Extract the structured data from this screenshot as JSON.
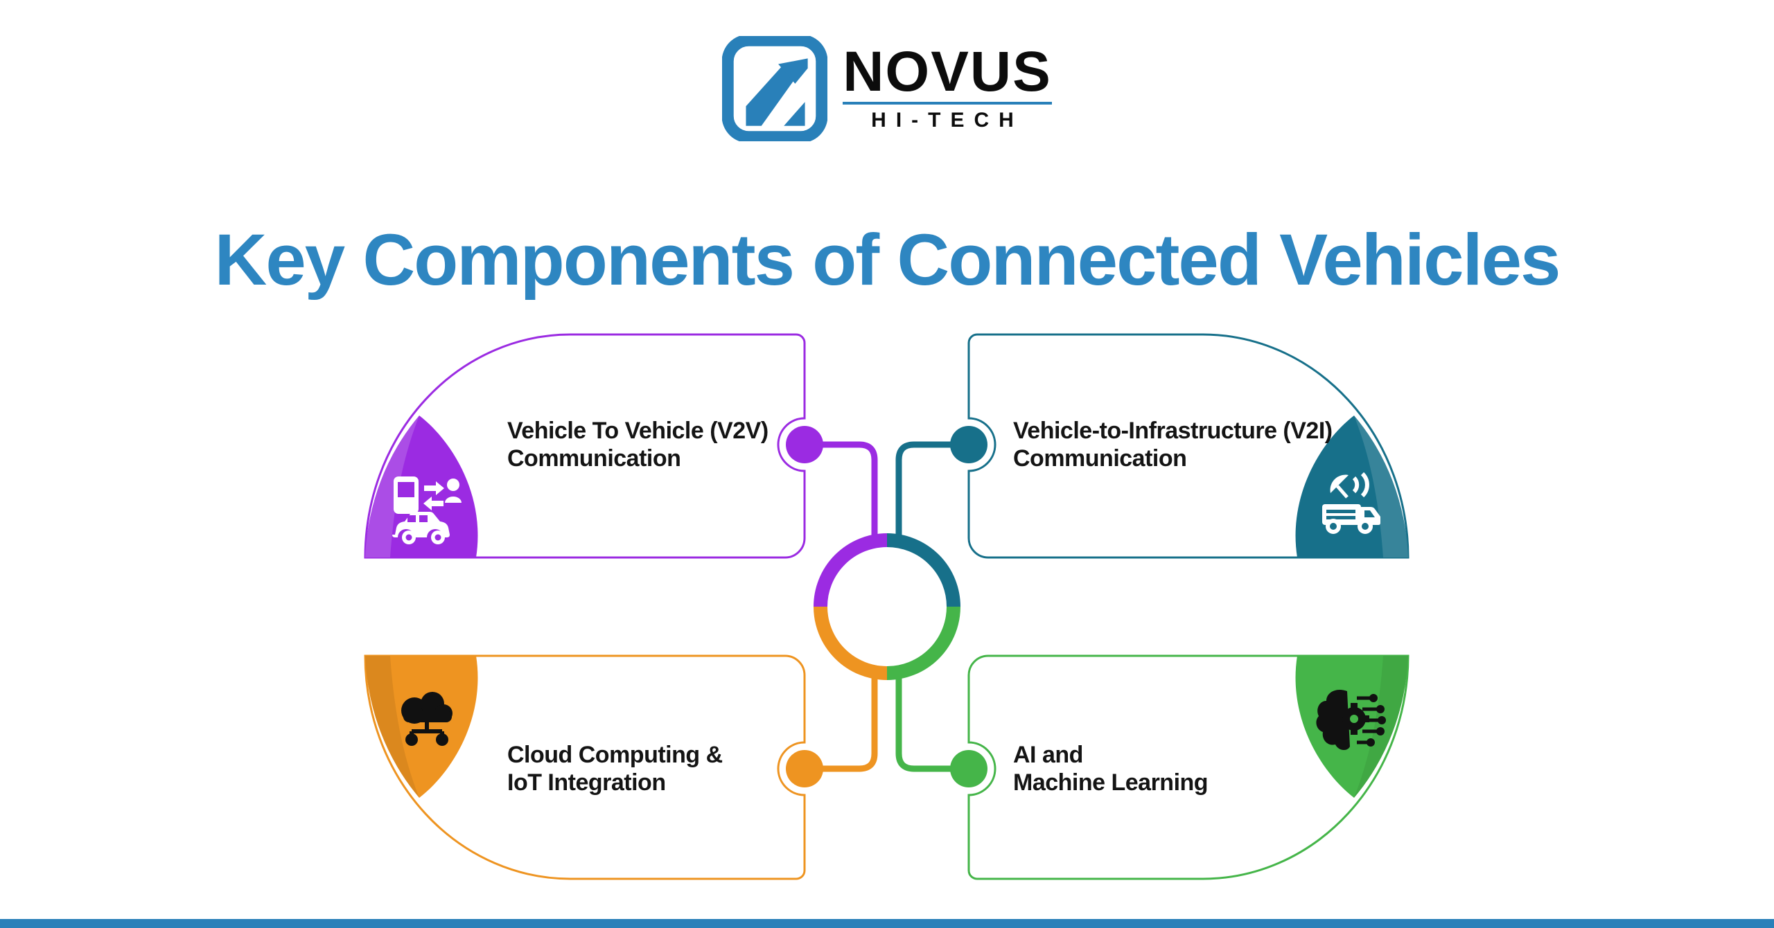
{
  "header": {
    "brand": "NOVUS",
    "brand_sub": "HI-TECH",
    "title": "Key Components of Connected Vehicles"
  },
  "cards": [
    {
      "id": "v2v",
      "line1": "Vehicle To Vehicle (V2V)",
      "line2": "Communication",
      "icon": "phone-car-exchange-icon",
      "color": "#9B2BE2"
    },
    {
      "id": "v2i",
      "line1": "Vehicle-to-Infrastructure (V2I)",
      "line2": "Communication",
      "icon": "satellite-van-icon",
      "color": "#17708A"
    },
    {
      "id": "cloud_iot",
      "line1": "Cloud Computing &",
      "line2": "IoT Integration",
      "icon": "cloud-network-icon",
      "color": "#EE9421"
    },
    {
      "id": "ai_ml",
      "line1": "AI and",
      "line2": "Machine Learning",
      "icon": "brain-circuit-icon",
      "color": "#45B549"
    }
  ],
  "hub": {
    "ring_colors": [
      "#9B2BE2",
      "#17708A",
      "#45B549",
      "#EE9421"
    ]
  },
  "colors": {
    "v2v": "#9B2BE2",
    "v2i": "#17708A",
    "cloud": "#EE9421",
    "ai": "#45B549",
    "title": "#2E86C1",
    "brand": "#2980B9",
    "footer": "#2980B9"
  }
}
